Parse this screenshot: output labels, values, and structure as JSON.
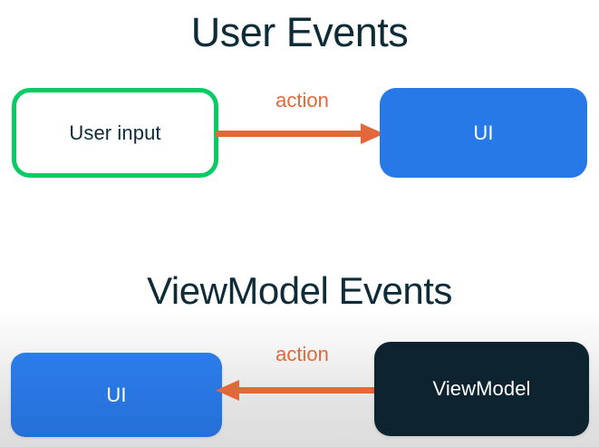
{
  "diagram": {
    "sections": [
      {
        "id": "user-events",
        "title": "User Events",
        "nodes": [
          {
            "id": "user-input",
            "label": "User input",
            "style": "outlined-green",
            "color": "#06cc63"
          },
          {
            "id": "ui-top",
            "label": "UI",
            "style": "filled-blue",
            "color": "#2879e8"
          }
        ],
        "edge": {
          "label": "action",
          "color": "#e2683b",
          "direction": "right",
          "from": "user-input",
          "to": "ui-top"
        }
      },
      {
        "id": "viewmodel-events",
        "title": "ViewModel Events",
        "nodes": [
          {
            "id": "ui-bottom",
            "label": "UI",
            "style": "filled-blue",
            "color": "#2879e8"
          },
          {
            "id": "viewmodel",
            "label": "ViewModel",
            "style": "filled-dark",
            "color": "#0d2430"
          }
        ],
        "edge": {
          "label": "action",
          "color": "#e2683b",
          "direction": "left",
          "from": "viewmodel",
          "to": "ui-bottom"
        }
      }
    ],
    "palette": {
      "title_text": "#0e2b38",
      "green_border": "#06cc63",
      "blue_fill": "#2879e8",
      "dark_fill": "#0d2430",
      "orange_accent": "#e2683b",
      "panel_background": "#e2e2e2",
      "page_background": "#ffffff"
    }
  }
}
